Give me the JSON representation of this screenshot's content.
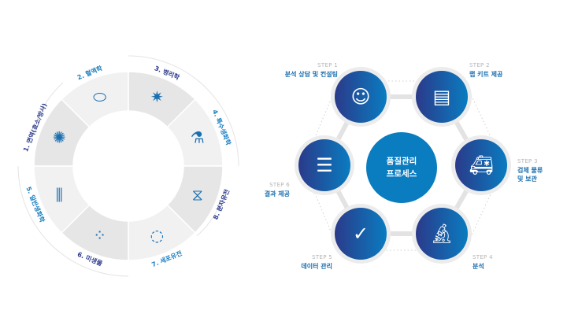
{
  "left_wheel": {
    "segments": [
      {
        "label": "1. 면역(효소/방사)",
        "color": "#2b3a8c",
        "icon": "immune-cell-icon"
      },
      {
        "label": "2. 혈액학",
        "color": "#1a7ec0",
        "icon": "red-blood-cell-icon"
      },
      {
        "label": "3. 병리학",
        "color": "#2b3a8c",
        "icon": "virus-icon"
      },
      {
        "label": "4. 특수생화학",
        "color": "#1a7ec0",
        "icon": "flask-icon"
      },
      {
        "label": "5. 일반생화학",
        "color": "#1a7ec0",
        "icon": "test-tubes-icon"
      },
      {
        "label": "6. 미생물",
        "color": "#2b3a8c",
        "icon": "bacteria-icon"
      },
      {
        "label": "7. 세포유전",
        "color": "#1a7ec0",
        "icon": "cell-division-icon"
      },
      {
        "label": "8. 분자유전",
        "color": "#2b3a8c",
        "icon": "dna-icon"
      }
    ]
  },
  "process": {
    "center_line1": "품질관리",
    "center_line2": "프로세스",
    "steps": [
      {
        "step": "STEP 1",
        "title": "분석 상담 및 컨설팅",
        "icon": "headset-consultant-icon"
      },
      {
        "step": "STEP 2",
        "title": "랩 키트 제공",
        "icon": "sample-jar-icon"
      },
      {
        "step": "STEP 3",
        "title": "검체 물류",
        "title2": "및 보관",
        "icon": "ambulance-truck-icon"
      },
      {
        "step": "STEP 4",
        "title": "분석",
        "icon": "microscope-icon"
      },
      {
        "step": "STEP 5",
        "title": "데이터 관리",
        "icon": "monitor-check-icon"
      },
      {
        "step": "STEP 6",
        "title": "결과 제공",
        "icon": "clipboard-icon"
      }
    ]
  },
  "colors": {
    "primary_dark": "#2b3a8c",
    "primary_light": "#0a7cc0",
    "segment_dark": "#e6e6e6",
    "segment_light": "#f1f1f2"
  }
}
